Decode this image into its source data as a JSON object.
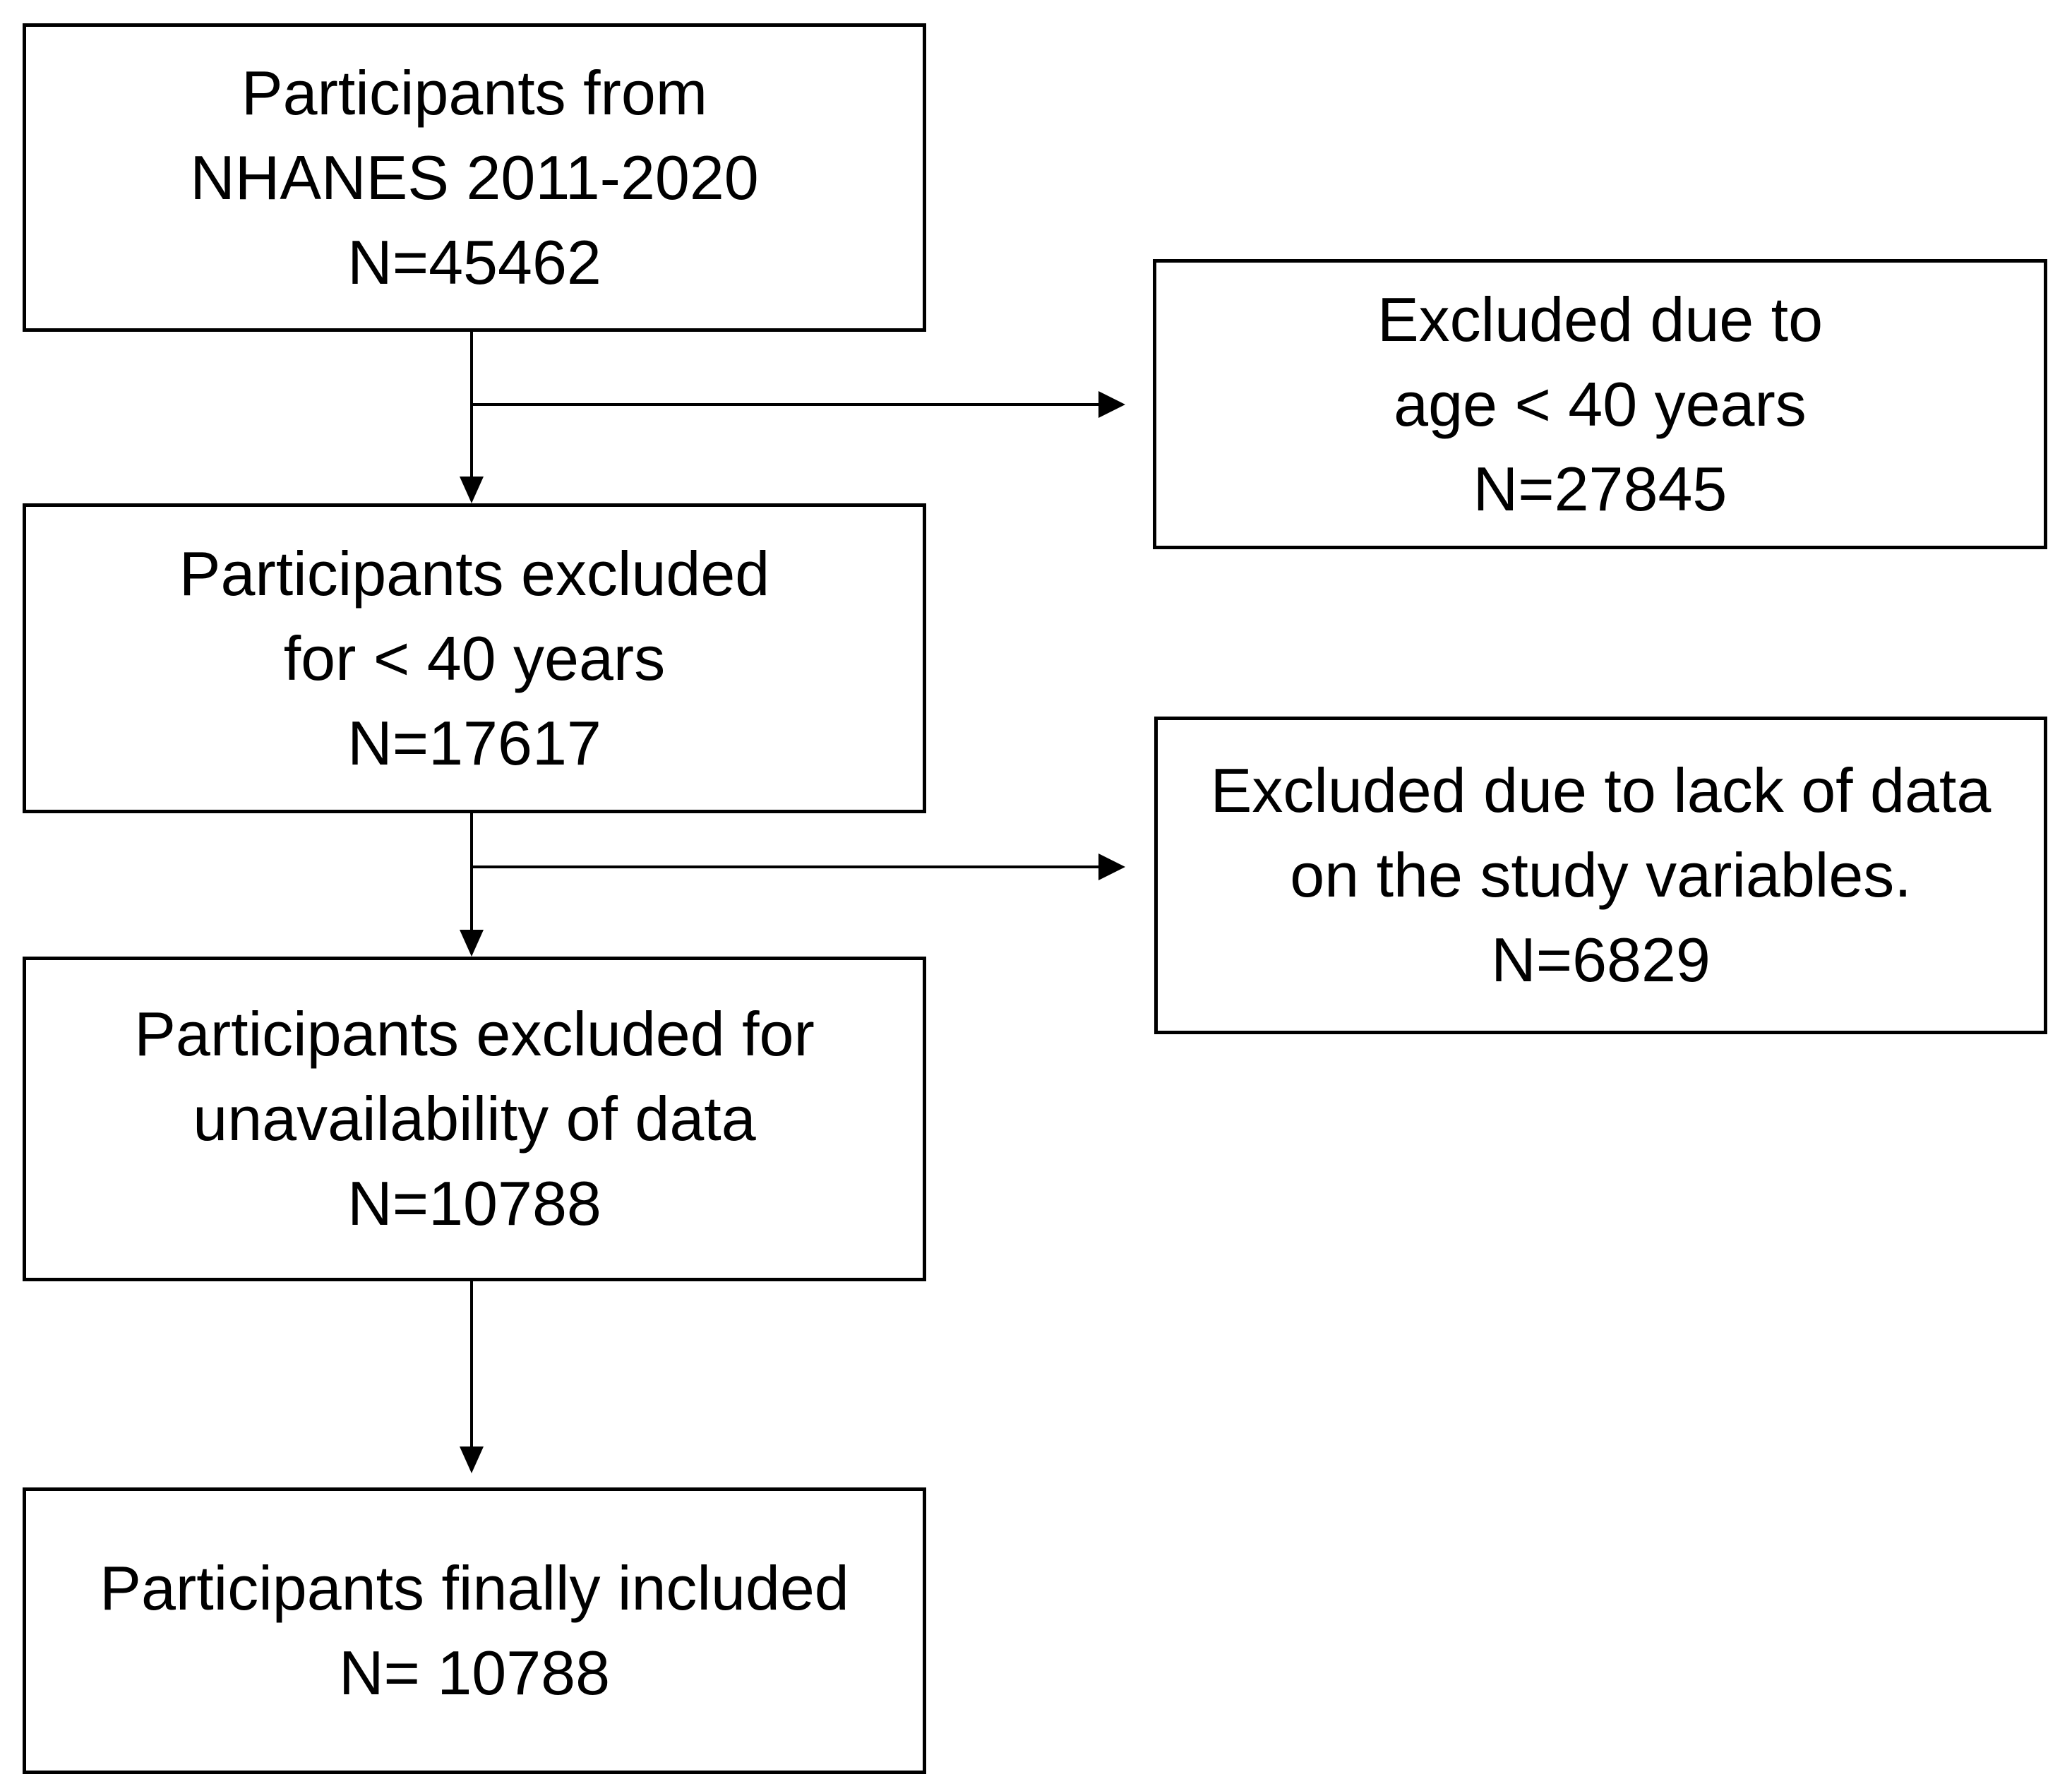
{
  "colors": {
    "background": "#ffffff",
    "line": "#000000",
    "text": "#000000"
  },
  "nodes": {
    "source": {
      "lines": [
        "Participants from",
        "NHANES 2011-2020",
        "N=45462"
      ]
    },
    "age_pool": {
      "lines": [
        "Participants excluded",
        "for < 40 years",
        "N=17617"
      ]
    },
    "data_pool": {
      "lines": [
        "Participants excluded for",
        "unavailability of data",
        "N=10788"
      ]
    },
    "final": {
      "lines": [
        "Participants finally included",
        "N= 10788"
      ]
    },
    "excluded_age": {
      "lines": [
        "Excluded due to",
        "age < 40 years",
        "N=27845"
      ]
    },
    "excluded_data": {
      "lines": [
        "Excluded due to lack of data",
        "on the study variables.",
        "N=6829"
      ]
    }
  }
}
